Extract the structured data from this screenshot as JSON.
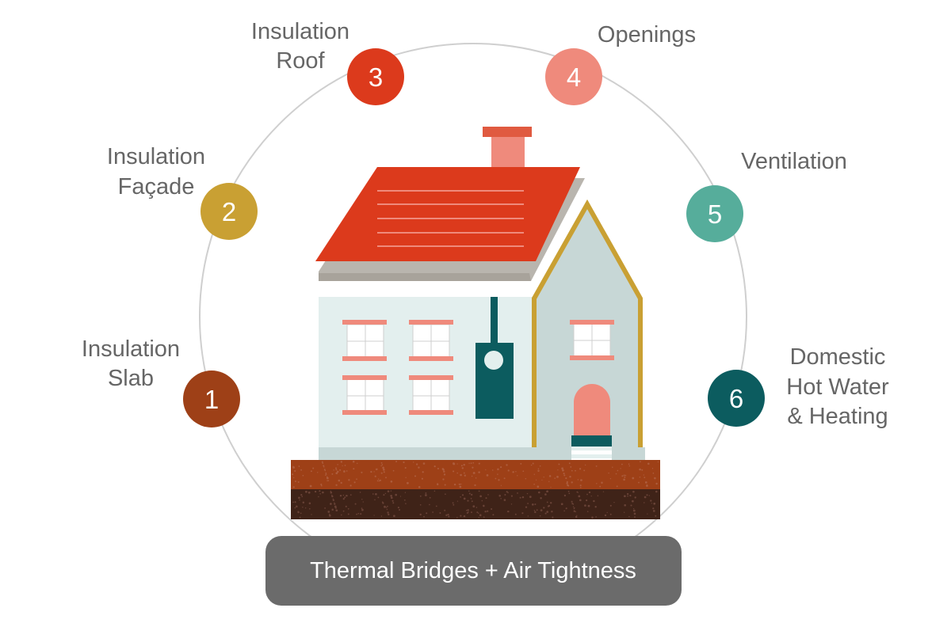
{
  "steps": [
    {
      "number": "1",
      "lines": [
        "Insulation",
        "Slab"
      ],
      "color": "#9e4017"
    },
    {
      "number": "2",
      "lines": [
        "Insulation",
        "Façade"
      ],
      "color": "#c9a033"
    },
    {
      "number": "3",
      "lines": [
        "Insulation",
        "Roof"
      ],
      "color": "#dc3a1c"
    },
    {
      "number": "4",
      "lines": [
        "Openings"
      ],
      "color": "#ef8a7c"
    },
    {
      "number": "5",
      "lines": [
        "Ventilation"
      ],
      "color": "#56ad9b"
    },
    {
      "number": "6",
      "lines": [
        "Domestic",
        "Hot Water",
        "& Heating"
      ],
      "color": "#0c5c5f"
    }
  ],
  "banner": {
    "label": "Thermal Bridges + Air Tightness",
    "color": "#6b6b6b"
  }
}
